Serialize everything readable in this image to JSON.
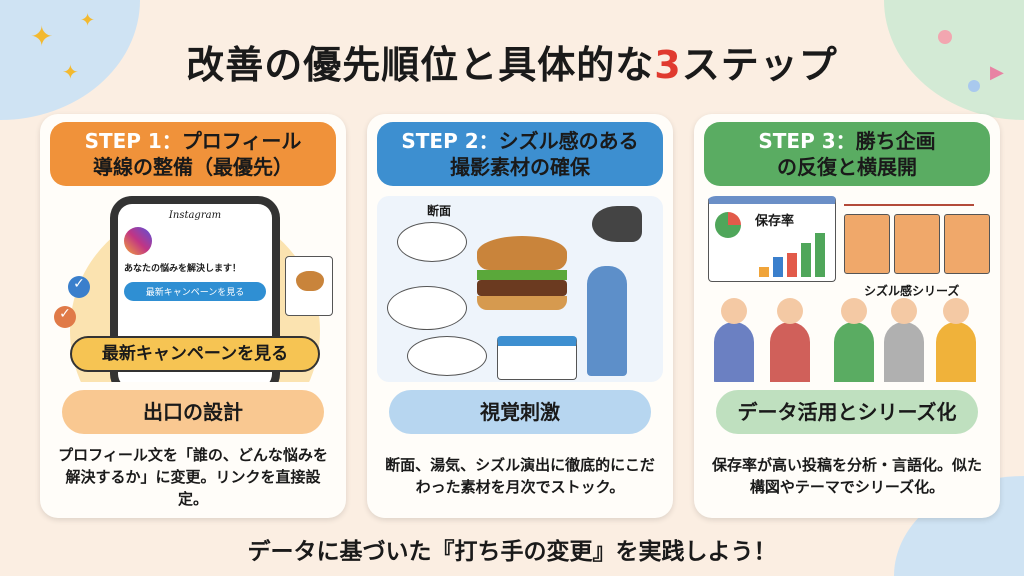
{
  "title": {
    "main": "改善の優先順位と具体的な",
    "num": "3",
    "tail": "ステップ"
  },
  "cards": [
    {
      "step": "STEP 1：",
      "heading_a": "プロフィール",
      "heading_b": "導線の整備（最優先）",
      "phone_app": "Instagram",
      "phone_bio": "あなたの悩みを解決します！",
      "phone_button": "最新キャンペーンを見る",
      "callout": "最新キャンペーンを見る",
      "pill": "出口の設計",
      "desc": "プロフィール文を「誰の、どんな悩みを解決するか」に変更。リンクを直接設定。",
      "color": "#f0923a",
      "pill_color": "#f9c891"
    },
    {
      "step": "STEP 2：",
      "heading_a": "シズル感のある",
      "heading_b": "撮影素材の確保",
      "label": "断面",
      "pill": "視覚刺激",
      "desc": "断面、湯気、シズル演出に徹底的にこだわった素材を月次でストック。",
      "color": "#3d8fd0",
      "pill_color": "#b7d6f0"
    },
    {
      "step": "STEP 3：",
      "heading_a": "勝ち企画",
      "heading_b": "の反復と横展開",
      "chart_label": "保存率",
      "series_label": "シズル感シリーズ",
      "pill": "データ活用とシリーズ化",
      "desc": "保存率が高い投稿を分析・言語化。似た構図やテーマでシリーズ化。",
      "color": "#5aac62",
      "pill_color": "#bfe0bf"
    }
  ],
  "footer": "データに基づいた『打ち手の変更』を実践しよう！"
}
